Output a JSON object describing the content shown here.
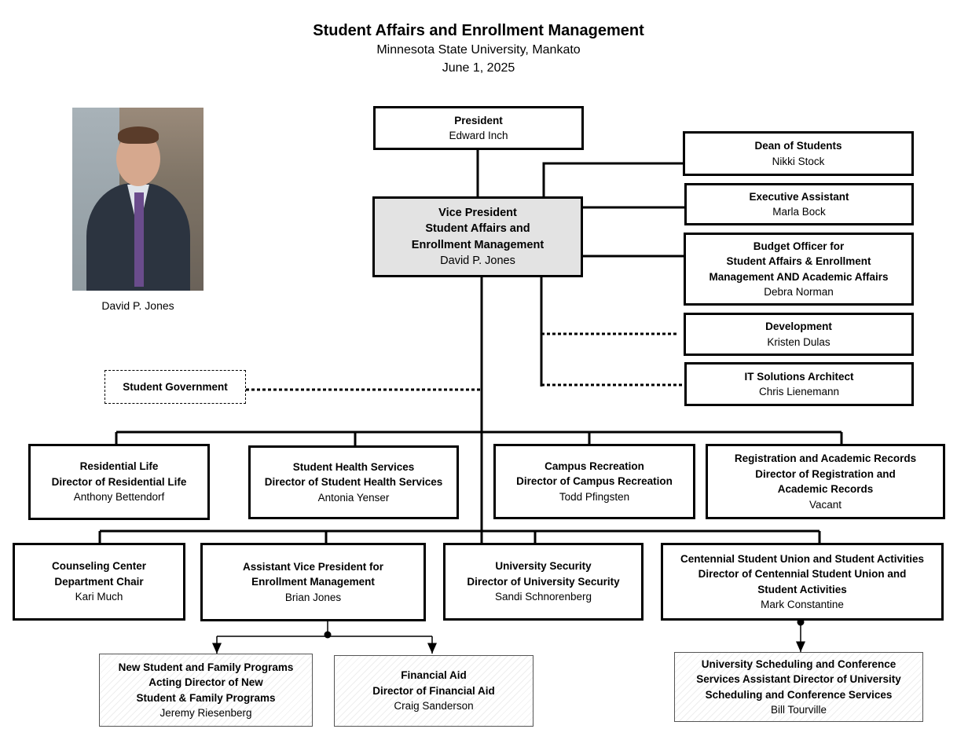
{
  "header": {
    "title": "Student Affairs and Enrollment Management",
    "subtitle": "Minnesota State University, Mankato",
    "date": "June 1, 2025"
  },
  "photo": {
    "caption": "David P. Jones",
    "icon": "portrait-photo"
  },
  "president": {
    "title": "President",
    "name": "Edward Inch"
  },
  "vp": {
    "lines": [
      "Vice President",
      "Student Affairs and",
      "Enrollment Management"
    ],
    "name": "David P. Jones"
  },
  "right_staff": [
    {
      "lines": [
        "Dean of Students"
      ],
      "name": "Nikki Stock"
    },
    {
      "lines": [
        "Executive Assistant"
      ],
      "name": "Marla Bock"
    },
    {
      "lines": [
        "Budget Officer for",
        "Student Affairs & Enrollment",
        "Management AND Academic Affairs"
      ],
      "name": "Debra Norman"
    },
    {
      "lines": [
        "Development"
      ],
      "name": "Kristen Dulas"
    },
    {
      "lines": [
        "IT Solutions Architect"
      ],
      "name": "Chris Lienemann"
    }
  ],
  "student_government": {
    "label": "Student Government"
  },
  "row1": [
    {
      "lines": [
        "Residential Life",
        "Director of Residential Life"
      ],
      "name": "Anthony Bettendorf"
    },
    {
      "lines": [
        "Student Health Services",
        "Director of Student Health Services"
      ],
      "name": "Antonia Yenser"
    },
    {
      "lines": [
        "Campus Recreation",
        "Director of Campus Recreation"
      ],
      "name": "Todd Pfingsten"
    },
    {
      "lines": [
        "Registration and Academic Records",
        "Director of Registration and",
        "Academic Records"
      ],
      "name": "Vacant"
    }
  ],
  "row2": [
    {
      "lines": [
        "Counseling Center",
        "Department Chair"
      ],
      "name": "Kari Much"
    },
    {
      "lines": [
        "Assistant Vice President for",
        "Enrollment Management"
      ],
      "name": "Brian Jones"
    },
    {
      "lines": [
        "University Security",
        "Director of University Security"
      ],
      "name": "Sandi Schnorenberg"
    },
    {
      "lines": [
        "Centennial Student Union and Student Activities",
        "Director of Centennial Student Union and",
        "Student Activities"
      ],
      "name": "Mark Constantine"
    }
  ],
  "row3": [
    {
      "lines": [
        "New Student and Family Programs",
        "Acting Director of New",
        "Student & Family Programs"
      ],
      "name": "Jeremy Riesenberg"
    },
    {
      "lines": [
        "Financial Aid",
        "Director of Financial Aid"
      ],
      "name": "Craig Sanderson"
    },
    {
      "lines": [
        "University Scheduling and Conference",
        "Services Assistant Director of University",
        "Scheduling and Conference Services"
      ],
      "name": "Bill Tourville"
    }
  ]
}
